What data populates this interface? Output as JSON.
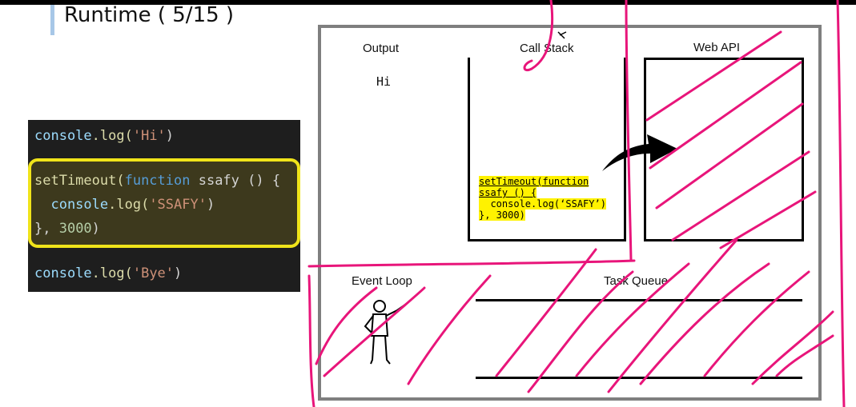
{
  "slide": {
    "title": "Runtime ( 5/15 )"
  },
  "code": {
    "line1": {
      "obj": "console",
      "method": ".log(",
      "arg": "'Hi'",
      "close": ")"
    },
    "line2": {
      "fn": "setTimeout(",
      "kw": "function",
      "name": " ssafy () {"
    },
    "line3": {
      "obj": "  console",
      "method": ".log(",
      "arg": "'SSAFY'",
      "close": ")"
    },
    "line4": {
      "close": "}, ",
      "num": "3000",
      "end": ")"
    },
    "line5": {
      "obj": "console",
      "method": ".log(",
      "arg": "'Bye'",
      "close": ")"
    }
  },
  "runtime": {
    "output_label": "Output",
    "output_value": "Hi",
    "call_stack_label": "Call Stack",
    "web_api_label": "Web API",
    "event_loop_label": "Event Loop",
    "task_queue_label": "Task Queue",
    "stack_frame": {
      "line1": "setTimeout(function",
      "line2": "ssafy () {",
      "line3": "  console.log(‘SSAFY’)",
      "line4": "}, 3000)"
    }
  },
  "colors": {
    "annotation": "#e8157a",
    "highlight": "#f0e41a",
    "frame": "#7f7f7f"
  }
}
